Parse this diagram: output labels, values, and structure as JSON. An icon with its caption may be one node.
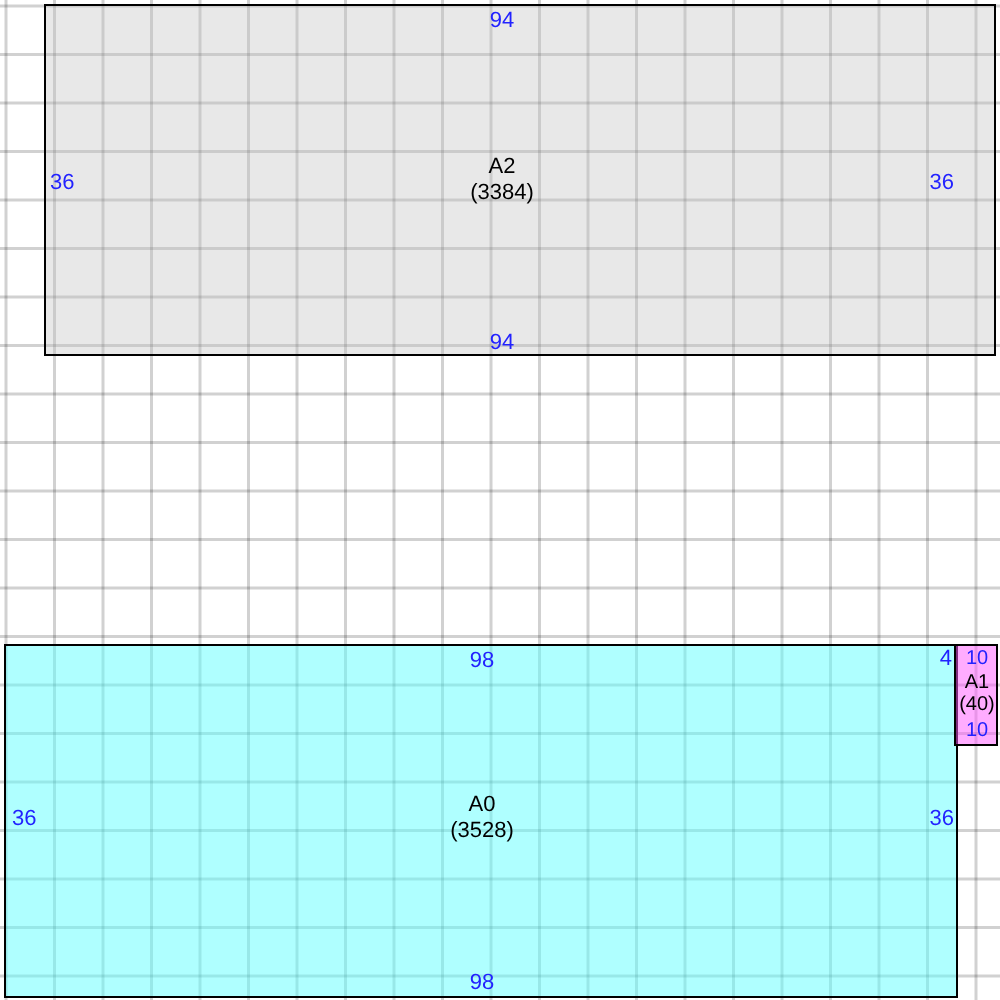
{
  "diagram": {
    "nodes": [
      {
        "text": [
          "94",
          "36",
          "A2",
          "(3384)",
          "36",
          "94"
        ]
      },
      {
        "text": [
          "98",
          "36",
          "A0",
          "(3528)",
          "36",
          "98"
        ]
      },
      {
        "text": [
          "10",
          "A1",
          "(40)",
          "10"
        ],
        "beside": [
          "4"
        ]
      }
    ]
  }
}
